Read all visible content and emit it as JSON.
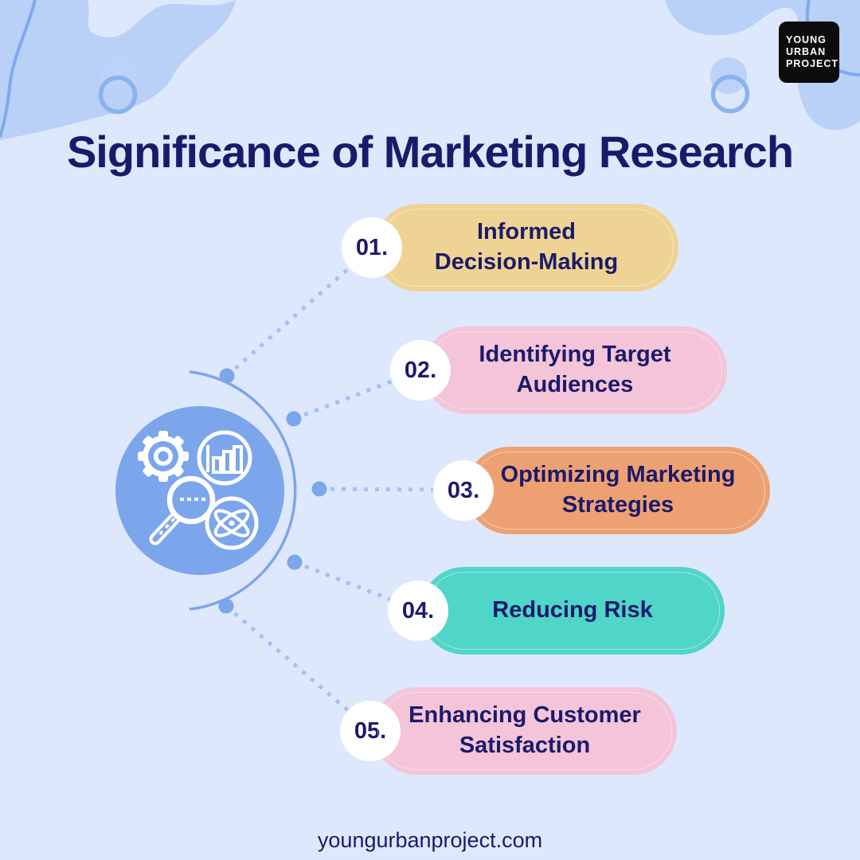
{
  "page": {
    "title": "Significance of Marketing Research",
    "footer": "youngurbanproject.com",
    "background_color": "#dde8fc",
    "text_color": "#1b1a6a"
  },
  "logo": {
    "line1": "YOUNG",
    "line2": "URBAN",
    "line3": "PROJECT",
    "background": "#0d0d0d",
    "text_color": "#ffffff"
  },
  "diagram": {
    "center_icon": "marketing-research-icons (gear, bar-chart, magnifier, atom)",
    "center_circle_color": "#7ca6ec",
    "arc_color": "#7ca6ec",
    "dotted_line_color": "#a3c2f3"
  },
  "items": [
    {
      "number": "01.",
      "label": "Informed\nDecision-Making",
      "color": "#eed394"
    },
    {
      "number": "02.",
      "label": "Identifying Target\nAudiences",
      "color": "#f4c4d9"
    },
    {
      "number": "03.",
      "label": "Optimizing Marketing\nStrategies",
      "color": "#eda172"
    },
    {
      "number": "04.",
      "label": "Reducing Risk",
      "color": "#50d5c9"
    },
    {
      "number": "05.",
      "label": "Enhancing Customer\nSatisfaction",
      "color": "#f4c4d9"
    }
  ],
  "decor": {
    "blob_color": "#b9d0f7",
    "curve_color": "#7fa9ec",
    "ring_color": "#8ab2f0",
    "ring_back_color": "#bdd2f8"
  }
}
